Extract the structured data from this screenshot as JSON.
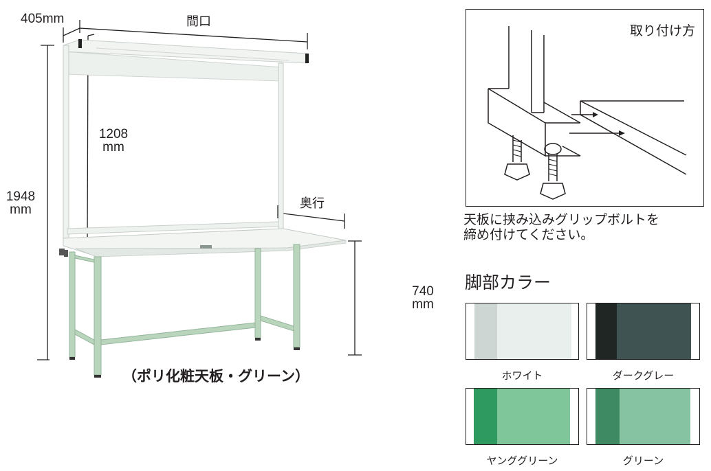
{
  "product": {
    "caption": "（ポリ化粧天板・グリーン）",
    "dimensions": {
      "shelf_depth": "405mm",
      "width_label": "間口",
      "depth_label": "奥行",
      "total_height_value": "1948",
      "total_height_unit": "mm",
      "upright_height_value": "1208",
      "upright_height_unit": "mm",
      "table_height_value": "740",
      "table_height_unit": "mm"
    },
    "colors": {
      "frame": "#eef2ee",
      "top": "#f3f5f2",
      "legs": "#b9d6bd",
      "legs_shadow": "#9ebf a3"
    }
  },
  "installation": {
    "title": "取り付け方",
    "note_line1": "天板に挟み込みグリップボルトを",
    "note_line2": "締め付けてください。"
  },
  "leg_colors": {
    "title": "脚部カラー",
    "items": [
      {
        "label": "ホワイト",
        "dark": "#cdd6d3",
        "light": "#e8efec"
      },
      {
        "label": "ダークグレー",
        "dark": "#1f2624",
        "light": "#3f5352"
      },
      {
        "label": "ヤンググリーン",
        "dark": "#2e9a5f",
        "light": "#7fc79a"
      },
      {
        "label": "グリーン",
        "dark": "#3e8a63",
        "light": "#86c3a3"
      }
    ]
  }
}
